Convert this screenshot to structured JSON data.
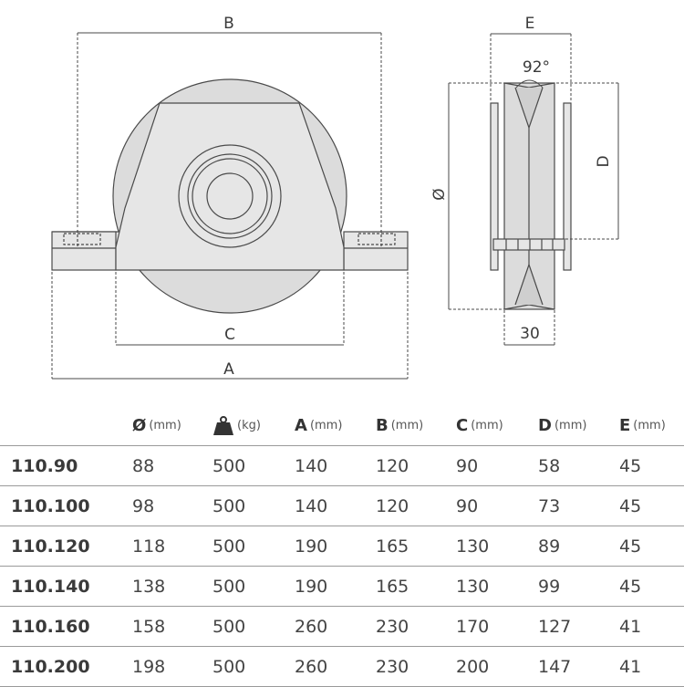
{
  "drawing": {
    "labels": {
      "B": "B",
      "C": "C",
      "A": "A",
      "E": "E",
      "angle": "92°",
      "D": "D",
      "diameter": "Ø",
      "width": "30"
    }
  },
  "table": {
    "headers": [
      {
        "label": "",
        "unit": ""
      },
      {
        "label": "Ø",
        "unit": "(mm)"
      },
      {
        "label": "weight-icon",
        "unit": "(kg)"
      },
      {
        "label": "A",
        "unit": "(mm)"
      },
      {
        "label": "B",
        "unit": "(mm)"
      },
      {
        "label": "C",
        "unit": "(mm)"
      },
      {
        "label": "D",
        "unit": "(mm)"
      },
      {
        "label": "E",
        "unit": "(mm)"
      }
    ],
    "rows": [
      [
        "110.90",
        "88",
        "500",
        "140",
        "120",
        "90",
        "58",
        "45"
      ],
      [
        "110.100",
        "98",
        "500",
        "140",
        "120",
        "90",
        "73",
        "45"
      ],
      [
        "110.120",
        "118",
        "500",
        "190",
        "165",
        "130",
        "89",
        "45"
      ],
      [
        "110.140",
        "138",
        "500",
        "190",
        "165",
        "130",
        "99",
        "45"
      ],
      [
        "110.160",
        "158",
        "500",
        "260",
        "230",
        "170",
        "127",
        "41"
      ],
      [
        "110.200",
        "198",
        "500",
        "260",
        "230",
        "200",
        "147",
        "41"
      ]
    ]
  }
}
